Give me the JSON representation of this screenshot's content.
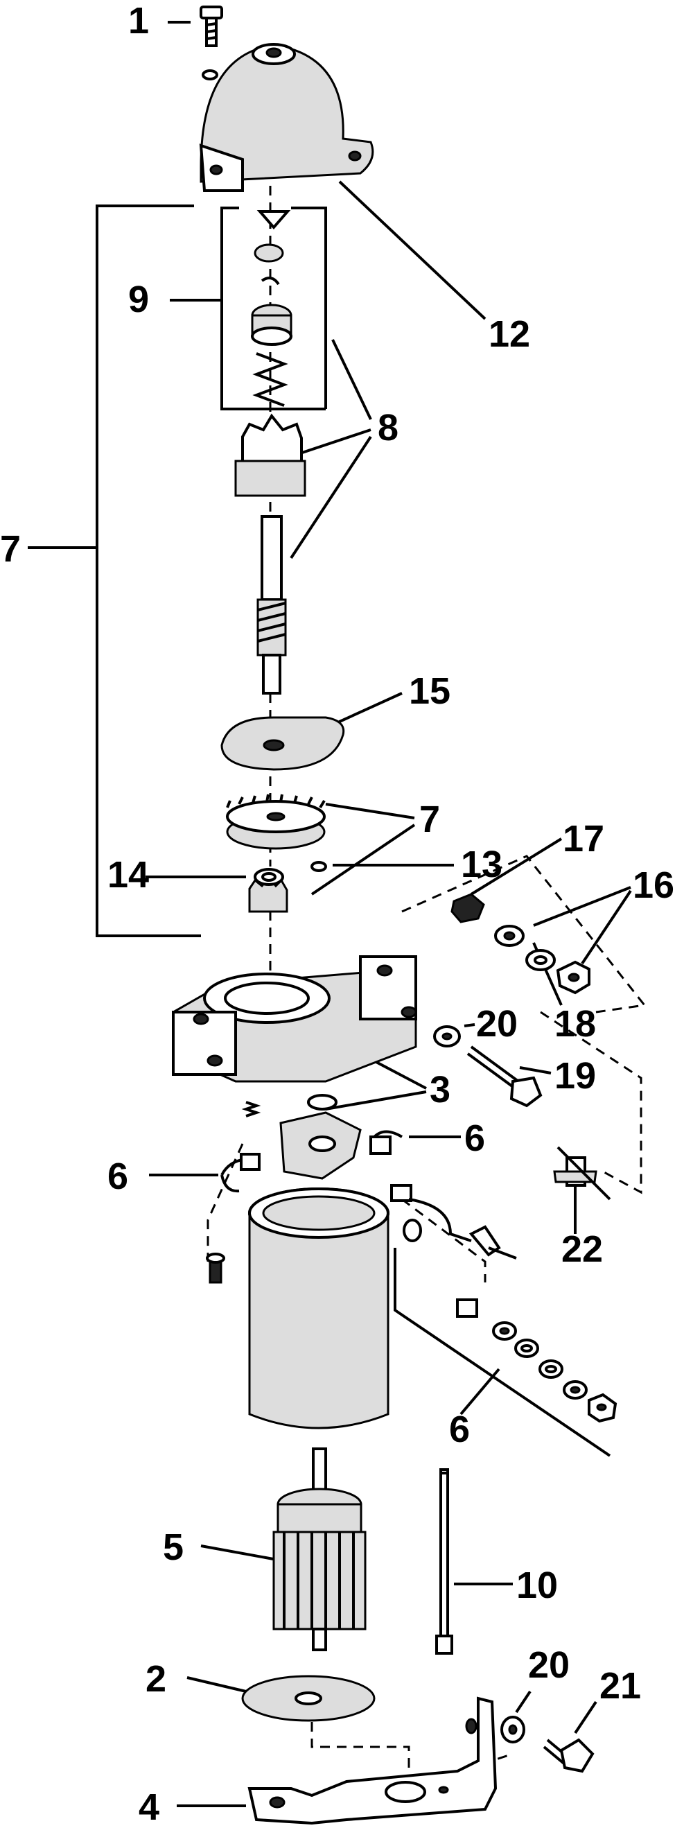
{
  "diagram": {
    "callouts": [
      {
        "id": "c1",
        "text": "1"
      },
      {
        "id": "c12",
        "text": "12"
      },
      {
        "id": "c9",
        "text": "9"
      },
      {
        "id": "c8",
        "text": "8"
      },
      {
        "id": "c7a",
        "text": "7"
      },
      {
        "id": "c15",
        "text": "15"
      },
      {
        "id": "c7b",
        "text": "7"
      },
      {
        "id": "c14",
        "text": "14"
      },
      {
        "id": "c13",
        "text": "13"
      },
      {
        "id": "c17",
        "text": "17"
      },
      {
        "id": "c16",
        "text": "16"
      },
      {
        "id": "c18",
        "text": "18"
      },
      {
        "id": "c20a",
        "text": "20"
      },
      {
        "id": "c19",
        "text": "19"
      },
      {
        "id": "c3",
        "text": "3"
      },
      {
        "id": "c6a",
        "text": "6"
      },
      {
        "id": "c6b",
        "text": "6"
      },
      {
        "id": "c22",
        "text": "22"
      },
      {
        "id": "c6c",
        "text": "6"
      },
      {
        "id": "c5",
        "text": "5"
      },
      {
        "id": "c10",
        "text": "10"
      },
      {
        "id": "c2",
        "text": "2"
      },
      {
        "id": "c20b",
        "text": "20"
      },
      {
        "id": "c21",
        "text": "21"
      },
      {
        "id": "c4",
        "text": "4"
      }
    ]
  }
}
